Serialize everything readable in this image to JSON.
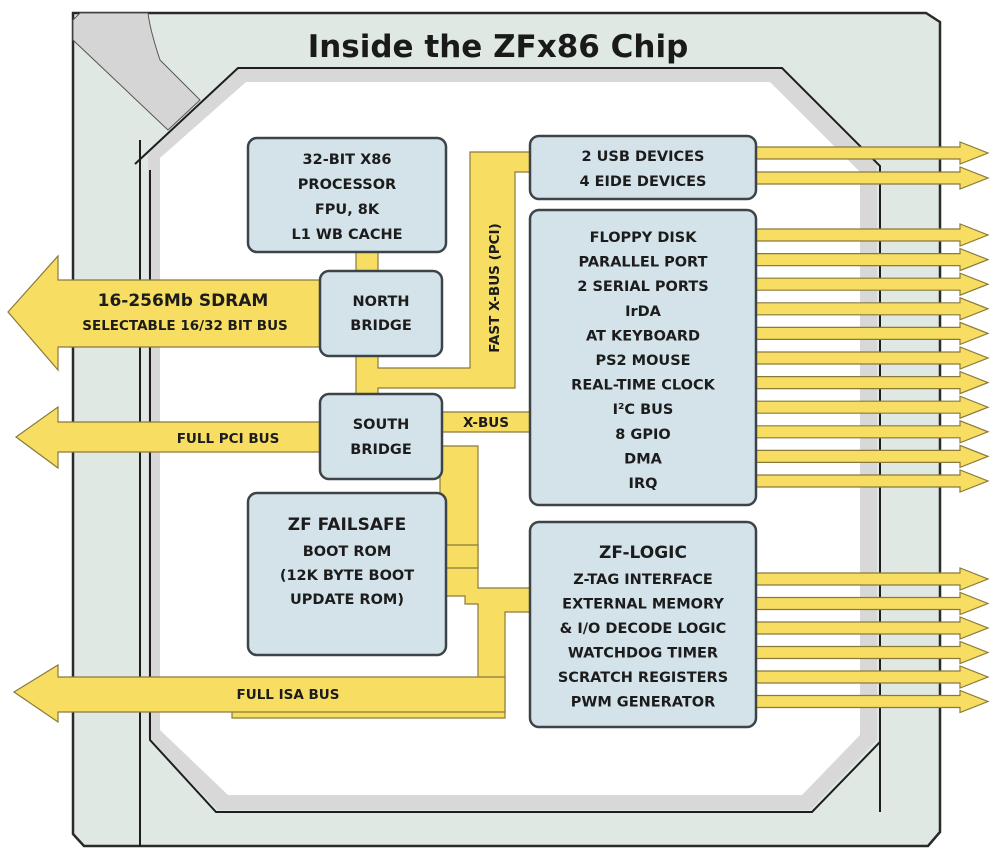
{
  "title": "Inside the ZFx86 Chip",
  "colors": {
    "bus_fill": "#f7de63",
    "block_fill": "#d4e3ea",
    "chip_fill": "#dfe8e2",
    "die_shadow": "#d8d8d8",
    "outline": "#2a2a2a"
  },
  "blocks": {
    "cpu": {
      "lines": [
        "32-BIT X86",
        "PROCESSOR",
        "FPU, 8K",
        "L1 WB CACHE"
      ]
    },
    "north_bridge": {
      "lines": [
        "NORTH",
        "BRIDGE"
      ]
    },
    "south_bridge": {
      "lines": [
        "SOUTH",
        "BRIDGE"
      ]
    },
    "failsafe": {
      "heading": "ZF FAILSAFE",
      "lines": [
        "BOOT ROM",
        "(12K BYTE BOOT",
        "UPDATE ROM)"
      ]
    },
    "usb_eide": {
      "lines": [
        "2 USB DEVICES",
        "4 EIDE DEVICES"
      ]
    },
    "peripherals": {
      "lines": [
        "FLOPPY DISK",
        "PARALLEL PORT",
        "2 SERIAL PORTS",
        "IrDA",
        "AT KEYBOARD",
        "PS2 MOUSE",
        "REAL-TIME CLOCK",
        "I²C BUS",
        "8 GPIO",
        "DMA",
        "IRQ"
      ]
    },
    "zf_logic": {
      "heading": "ZF-LOGIC",
      "lines": [
        "Z-TAG INTERFACE",
        "EXTERNAL MEMORY",
        "& I/O DECODE LOGIC",
        "WATCHDOG TIMER",
        "SCRATCH REGISTERS",
        "PWM GENERATOR"
      ]
    }
  },
  "buses": {
    "sdram": {
      "line1": "16-256Mb SDRAM",
      "line2": "SELECTABLE 16/32 BIT BUS"
    },
    "pci": "FULL PCI BUS",
    "isa": "FULL ISA BUS",
    "fast_xbus": "FAST X-BUS (PCI)",
    "xbus": "X-BUS"
  },
  "outputs": {
    "usb_eide_arrows": 2,
    "peripheral_arrows": 11,
    "zf_logic_arrows": 6
  }
}
